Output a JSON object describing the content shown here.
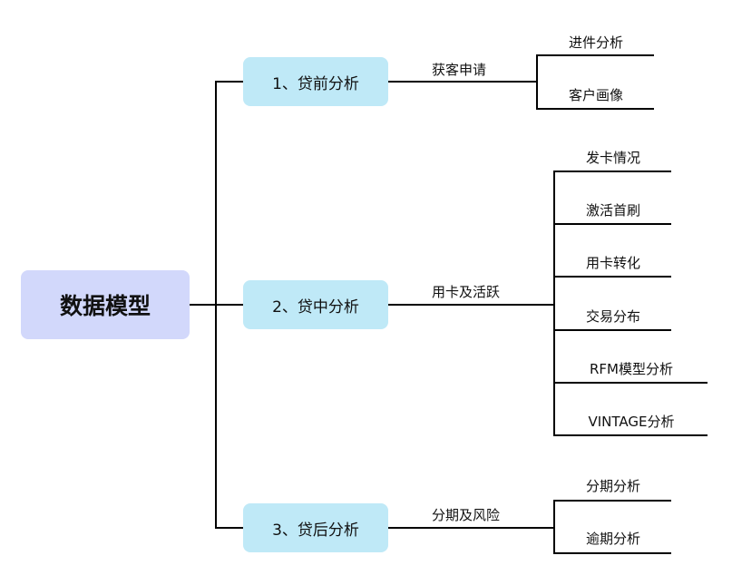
{
  "root": "数据模型",
  "branches": [
    {
      "title": "1、贷前分析",
      "label": "获客申请",
      "leaves": [
        "进件分析",
        "客户画像"
      ]
    },
    {
      "title": "2、贷中分析",
      "label": "用卡及活跃",
      "leaves": [
        "发卡情况",
        "激活首刷",
        "用卡转化",
        "交易分布",
        "RFM模型分析",
        "VINTAGE分析"
      ]
    },
    {
      "title": "3、贷后分析",
      "label": "分期及风险",
      "leaves": [
        "分期分析",
        "逾期分析"
      ]
    }
  ]
}
